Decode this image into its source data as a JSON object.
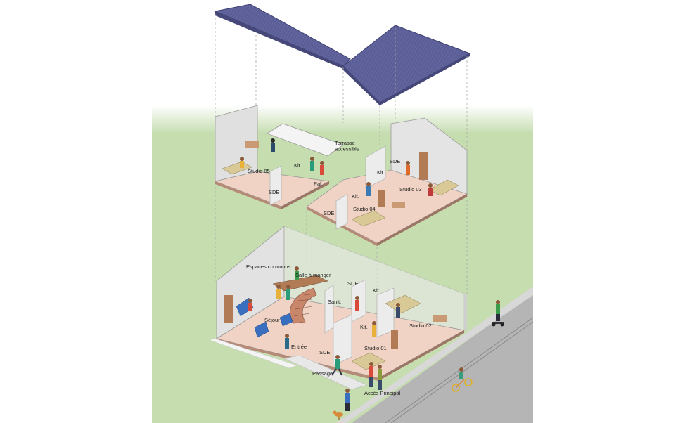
{
  "colors": {
    "background": "#ffffff",
    "lawn": "#c6ddb0",
    "roof": "#5b5e97",
    "wall": "#e6e6e6",
    "floor": "#f0d3c4",
    "road": "#b5b5b5",
    "sidewalk": "#d8d8d8",
    "wood": "#b07b55"
  },
  "upper_floor": {
    "labels": {
      "terrasse": "Terrasse\naccessible",
      "studio05": "Studio 05",
      "kit1": "Kit.",
      "sde1": "SDE",
      "palier": "Pal.",
      "kit2": "Kit.",
      "sde2": "SDE",
      "studio03": "Studio 03",
      "kit3": "Kit.",
      "studio04": "Studio 04",
      "sde3": "SDE"
    }
  },
  "ground_floor": {
    "labels": {
      "espaces_communs": "Espaces communs",
      "salle_a_manger": "Salle à manger",
      "sde1": "SDE",
      "kit1": "Kit.",
      "sanit": "Sanit.",
      "sejour": "Séjour",
      "studio02": "Studio 02",
      "kit2": "Kit.",
      "entree": "Entrée",
      "sde2": "SDE",
      "studio01": "Studio 01",
      "passage": "Passage",
      "acces_principal": "Accès Principal"
    }
  },
  "icons": [
    "roof-icon",
    "person-icon",
    "segway-rider-icon",
    "cyclist-icon",
    "dog-icon",
    "stair-icon",
    "sofa-icon",
    "bed-icon",
    "bookshelf-icon"
  ]
}
